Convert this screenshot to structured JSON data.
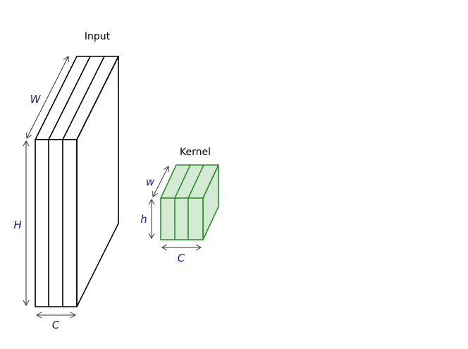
{
  "input": {
    "title": "Input",
    "width_label": "W",
    "height_label": "H",
    "channels_label": "C",
    "slices": 3
  },
  "kernel": {
    "title": "Kernel",
    "width_label": "w",
    "height_label": "h",
    "channels_label": "C",
    "slices": 3
  },
  "colors": {
    "label": "#1a1a9a",
    "dimension_arrow": "#333333",
    "kernel_stroke": "#2e8b2e",
    "kernel_fill": "#d3ead3",
    "input_stroke": "#000000"
  }
}
